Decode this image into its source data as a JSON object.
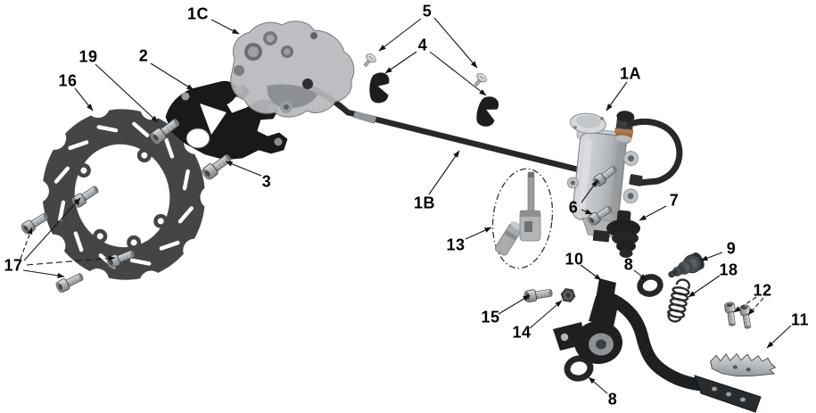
{
  "figure": {
    "kind": "exploded-parts-diagram",
    "subject": "rear brake assembly",
    "background": "#ffffff",
    "leader_line_color": "#141414",
    "label_color": "#000000"
  },
  "colors": {
    "dark_part": "#1d1f21",
    "disc_gray": "#454545",
    "ghost_gray": "#b6b9bc",
    "silver": "#c6c9cc",
    "copper": "#ae7b4e",
    "hose": "#262829"
  },
  "callouts": [
    {
      "label": "1C"
    },
    {
      "label": "5"
    },
    {
      "label": "4"
    },
    {
      "label": "19"
    },
    {
      "label": "2"
    },
    {
      "label": "16"
    },
    {
      "label": "1A"
    },
    {
      "label": "3"
    },
    {
      "label": "1B"
    },
    {
      "label": "13"
    },
    {
      "label": "6"
    },
    {
      "label": "7"
    },
    {
      "label": "9"
    },
    {
      "label": "8"
    },
    {
      "label": "18"
    },
    {
      "label": "10"
    },
    {
      "label": "12"
    },
    {
      "label": "11"
    },
    {
      "label": "15"
    },
    {
      "label": "14"
    },
    {
      "label": "17"
    },
    {
      "label": "8"
    }
  ]
}
